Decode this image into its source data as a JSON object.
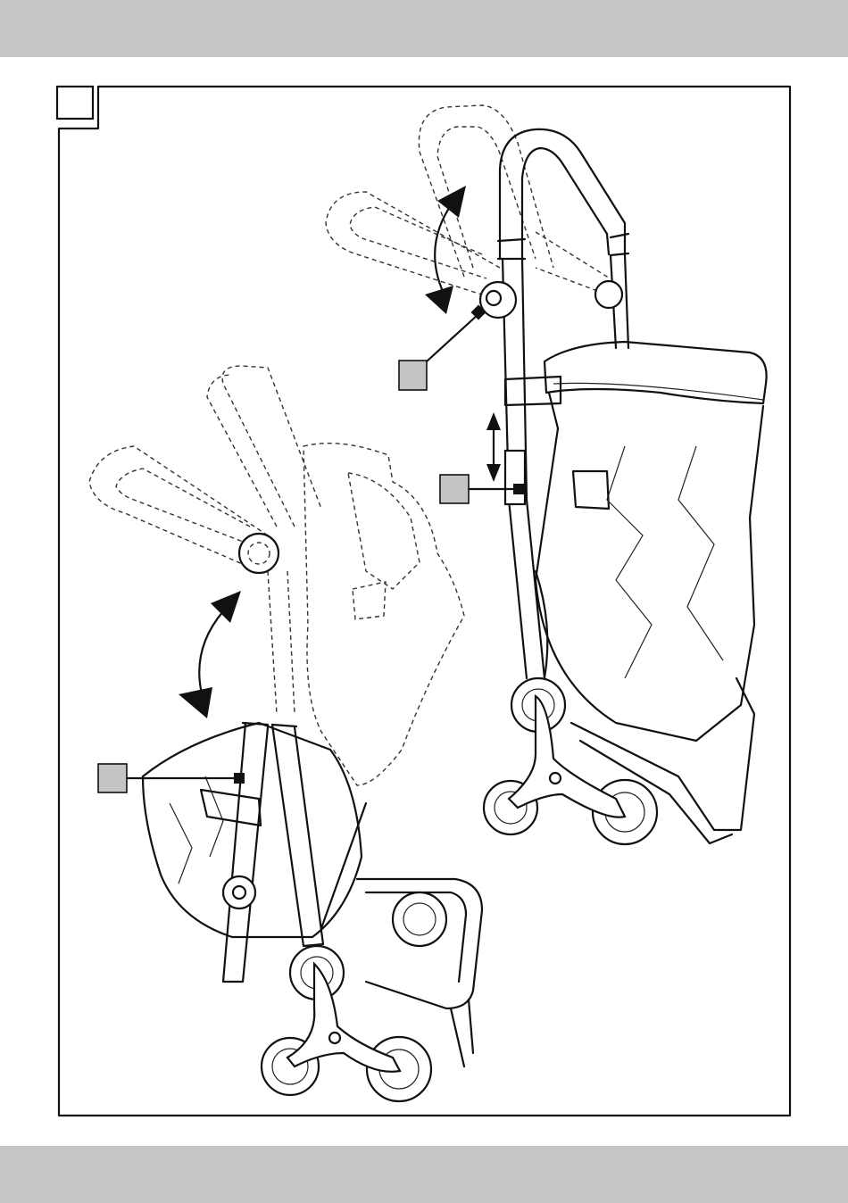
{
  "page": {
    "figure_number": "",
    "callouts": [
      {
        "id": "handle-pivot-callout",
        "label": ""
      },
      {
        "id": "height-adjust-callout",
        "label": ""
      },
      {
        "id": "frame-callout",
        "label": ""
      }
    ]
  },
  "colors": {
    "band": "#c6c6c6",
    "line": "#111111",
    "callout_fill": "#c4c4c4"
  }
}
